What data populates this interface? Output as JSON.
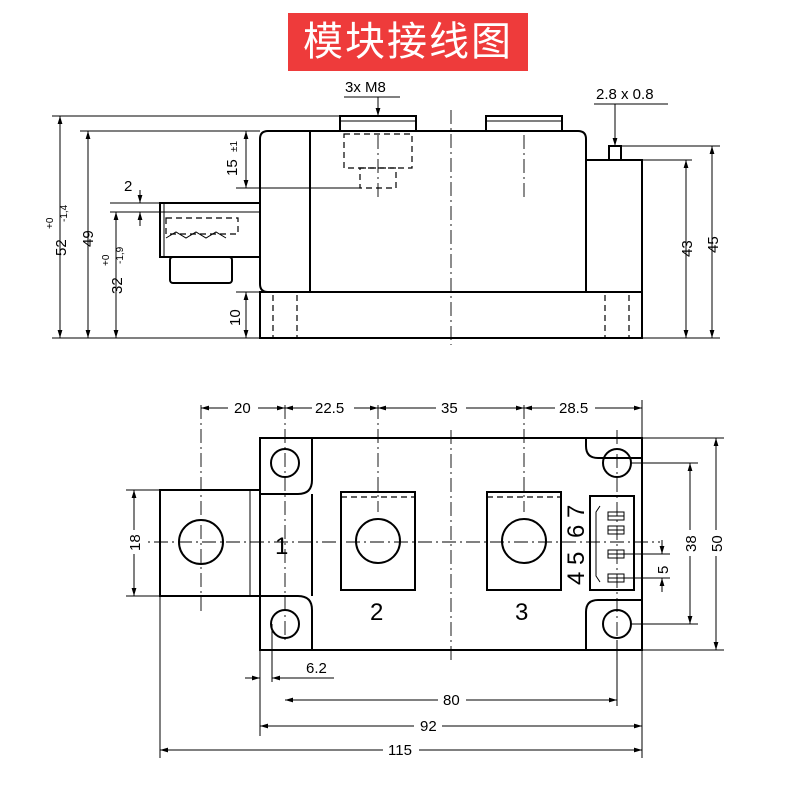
{
  "title": "模块接线图",
  "side_view": {
    "screw_label": "3x M8",
    "pin_label": "2.8 x 0.8",
    "dim_15": "15",
    "dim_15_tol": "±1",
    "dim_2": "2",
    "dim_52": "52",
    "dim_52_tol_upper": "+0",
    "dim_52_tol_lower": "-1,4",
    "dim_49": "49",
    "dim_32": "32",
    "dim_32_tol_upper": "+0",
    "dim_32_tol_lower": "-1,9",
    "dim_10": "10",
    "dim_43": "43",
    "dim_45": "45"
  },
  "top_view": {
    "dim_20": "20",
    "dim_22_5": "22.5",
    "dim_35": "35",
    "dim_28_5": "28.5",
    "dim_18": "18",
    "dim_6_2": "6.2",
    "dim_80": "80",
    "dim_92": "92",
    "dim_115": "115",
    "dim_38": "38",
    "dim_50": "50",
    "dim_5": "5",
    "terminal_1": "1",
    "terminal_2": "2",
    "terminal_3": "3",
    "pins_upper": "6 7",
    "pins_lower": "4 5"
  }
}
